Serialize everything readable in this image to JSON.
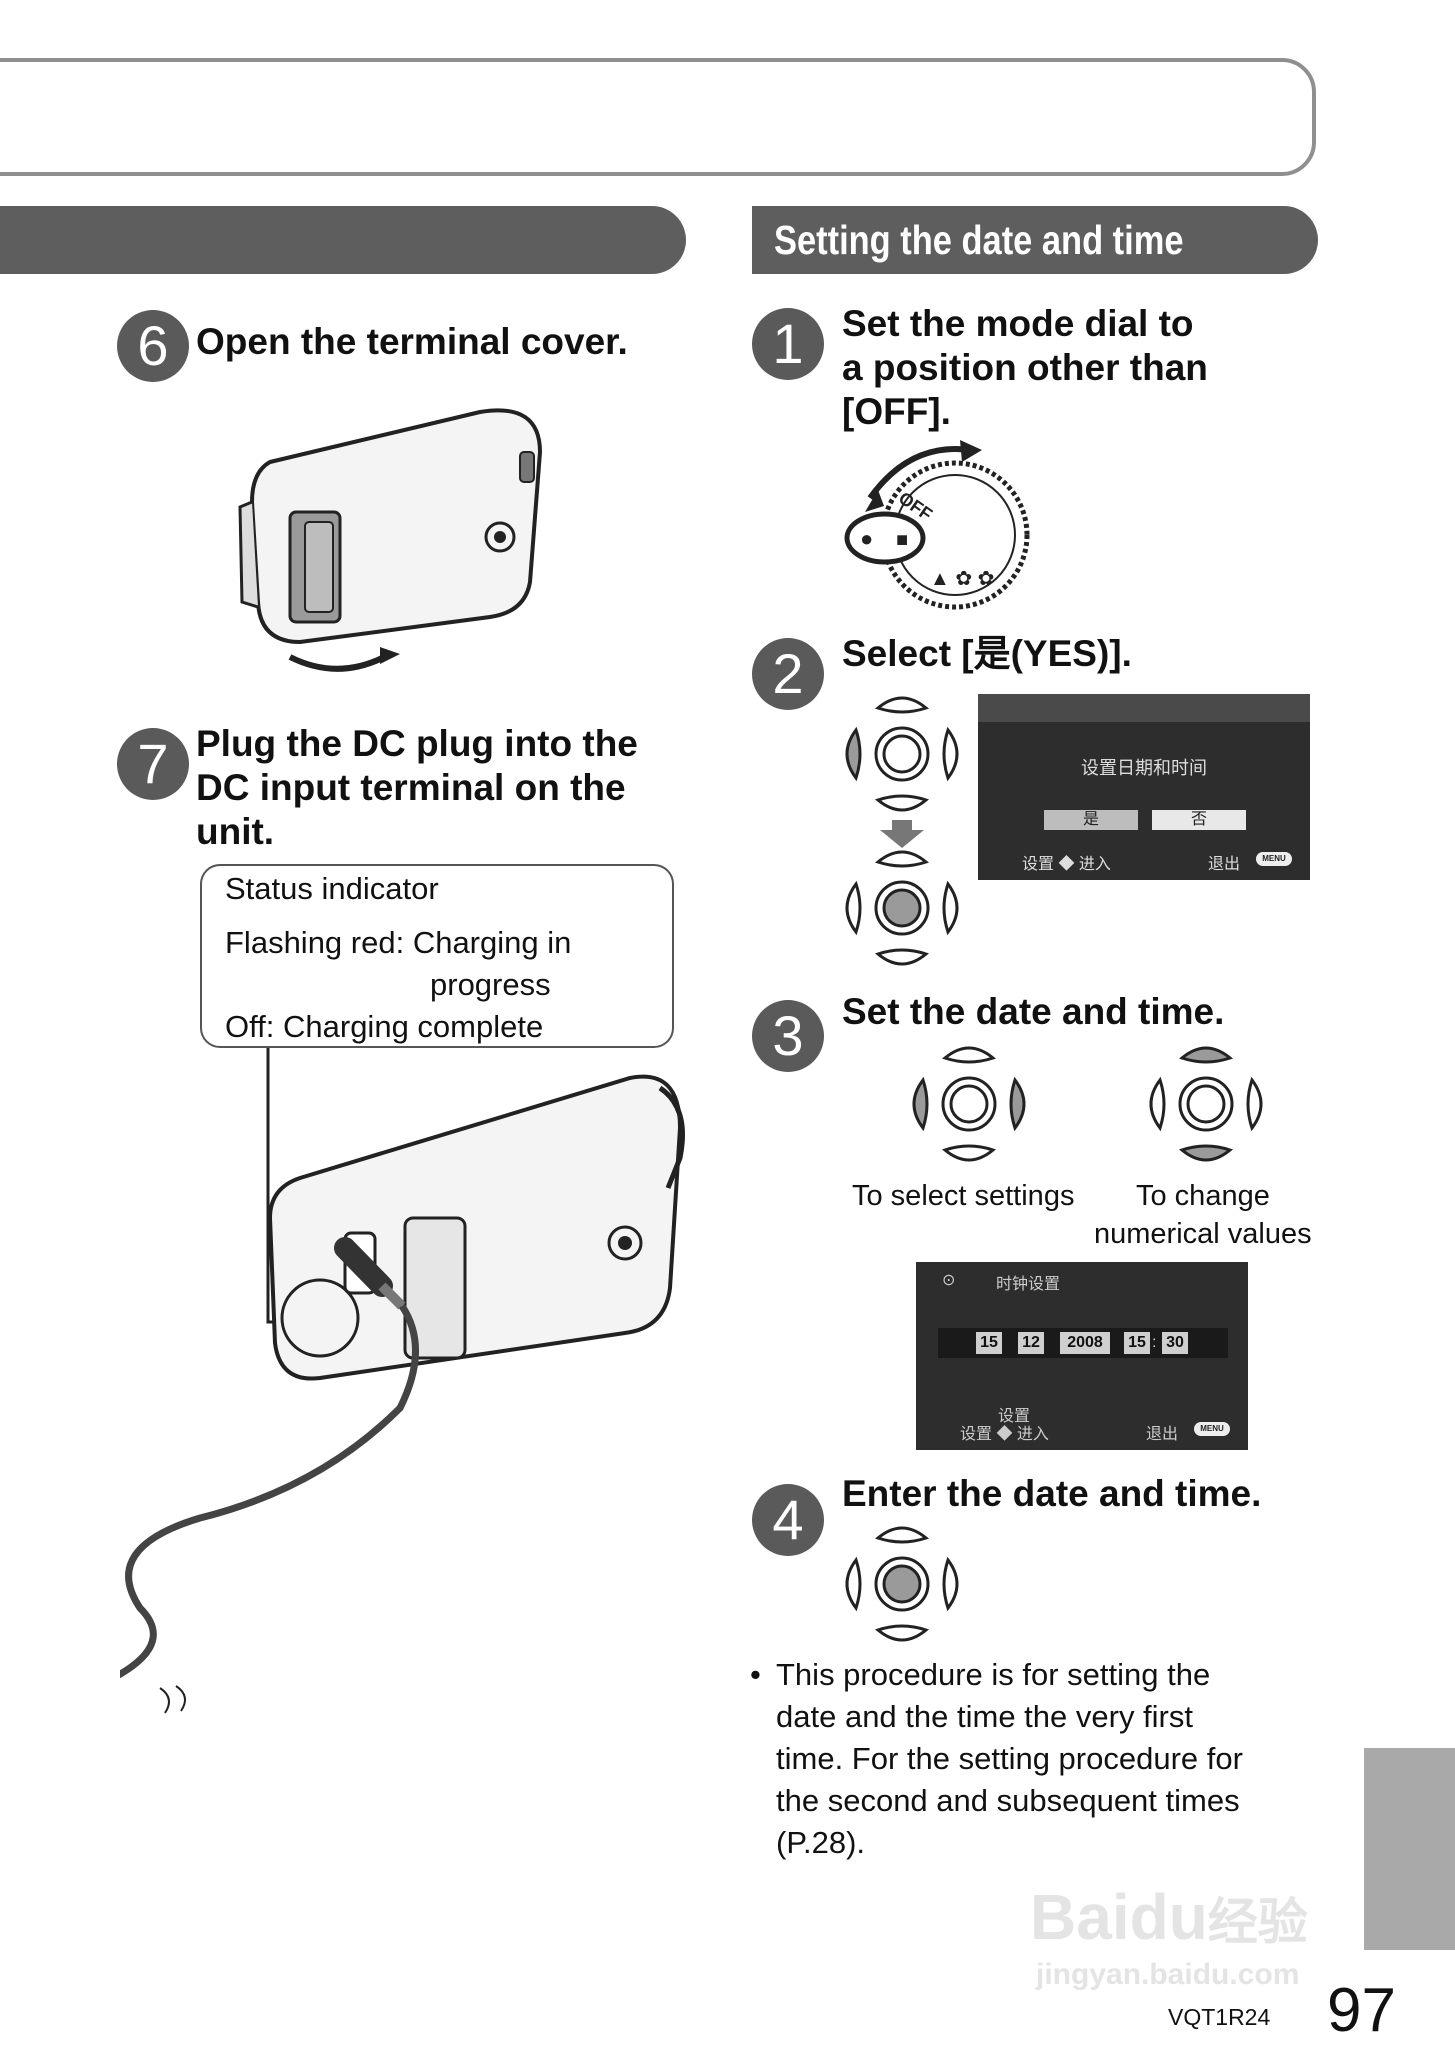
{
  "section_title": "Setting the date and time",
  "left_steps": [
    {
      "num": "6",
      "lines": [
        "Open the terminal cover."
      ]
    },
    {
      "num": "7",
      "lines": [
        "Plug the DC plug into the",
        "DC input terminal on the",
        "unit."
      ]
    }
  ],
  "status_box": {
    "title": "Status indicator",
    "line1": "Flashing red: Charging in",
    "line2": "progress",
    "line3": "Off: Charging complete"
  },
  "right_steps": [
    {
      "num": "1",
      "lines": [
        "Set the mode dial to",
        "a position other than",
        "[OFF]."
      ]
    },
    {
      "num": "2",
      "lines": [
        "Select [是(YES)]."
      ]
    },
    {
      "num": "3",
      "lines": [
        "Set the date and time."
      ]
    },
    {
      "num": "4",
      "lines": [
        "Enter the date and time."
      ]
    }
  ],
  "mode_dial": {
    "label": "OFF"
  },
  "screen1": {
    "title": "设置日期和时间",
    "yes": "是",
    "no": "否",
    "footer_left": "设置 ◆ 进入",
    "footer_right": "退出",
    "menu_badge": "MENU"
  },
  "captions": {
    "select_settings": "To select settings",
    "change_values_1": "To change",
    "change_values_2": "numerical values"
  },
  "screen2": {
    "title": "时钟设置",
    "day": "15",
    "month": "12",
    "year": "2008",
    "hour": "15",
    "colon": ":",
    "minute": "30",
    "footer_top": "设置",
    "footer_left": "设置 ◆ 进入",
    "footer_right": "退出",
    "menu_badge": "MENU"
  },
  "note": {
    "bullet": "•",
    "lines": [
      "This procedure is for setting the",
      "date and the time the very first",
      "time. For the setting procedure for",
      "the second and subsequent times",
      "(P.28)."
    ]
  },
  "watermark": {
    "brand": "Bai",
    "brand_du": "du",
    "brand_cn": "经验",
    "url": "jingyan.baidu.com"
  },
  "page_number": "97",
  "doc_code": "VQT1R24"
}
